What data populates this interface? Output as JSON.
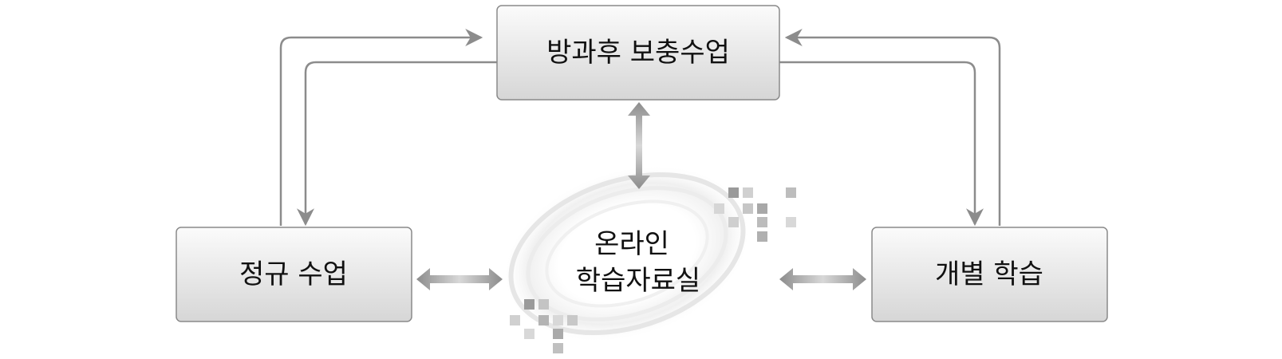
{
  "nodes": {
    "top": {
      "label": "방과후 보충수업"
    },
    "left": {
      "label": "정규 수업"
    },
    "right": {
      "label": "개별 학습"
    },
    "center": {
      "line1": "온라인",
      "line2": "학습자료실"
    }
  },
  "colors": {
    "box_fill_top": "#fbfbfb",
    "box_fill_bottom": "#d6d6d6",
    "box_stroke": "#8a8a8a",
    "arrow": "#8c8c8c",
    "text": "#111111"
  },
  "icons": {
    "connector": "arrow-connector",
    "pixel_decoration": "pixel-mosaic"
  }
}
